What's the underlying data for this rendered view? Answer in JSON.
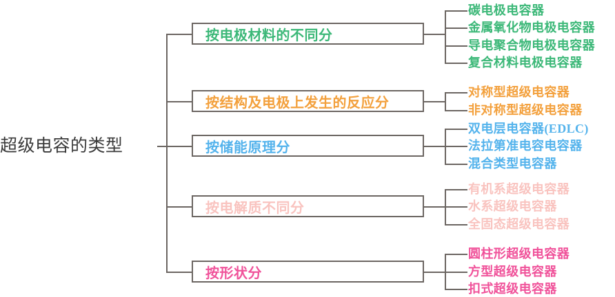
{
  "diagram": {
    "type": "tree-mindmap",
    "root": {
      "label": "超级电容的类型",
      "color": "#3a3a3a"
    },
    "line_color": "#6b6561",
    "branches": [
      {
        "label": "按电极材料的不同分",
        "color": "#3cb878",
        "leaves": [
          "碳电极电容器",
          "金属氧化物电极电容器",
          "导电聚合物电极电容器",
          "复合材料电极电容器"
        ]
      },
      {
        "label": "按结构及电极上发生的反应分",
        "color": "#f3a03c",
        "leaves": [
          "对称型超级电容器",
          "非对称型超级电容器"
        ]
      },
      {
        "label": "按储能原理分",
        "color": "#54b3ec",
        "leaves": [
          "双电层电容器(EDLC)",
          "法拉第准电容电容器",
          "混合类型电容器"
        ]
      },
      {
        "label": "按电解质不同分",
        "color": "#f9c3bf",
        "leaves": [
          "有机系超级电容器",
          "水系超级电容器",
          "全固态超级电容器"
        ]
      },
      {
        "label": "按形状分",
        "color": "#f0529a",
        "leaves": [
          "圆柱形超级电容器",
          "方型超级电容器",
          "扣式超级电容器"
        ]
      }
    ]
  }
}
